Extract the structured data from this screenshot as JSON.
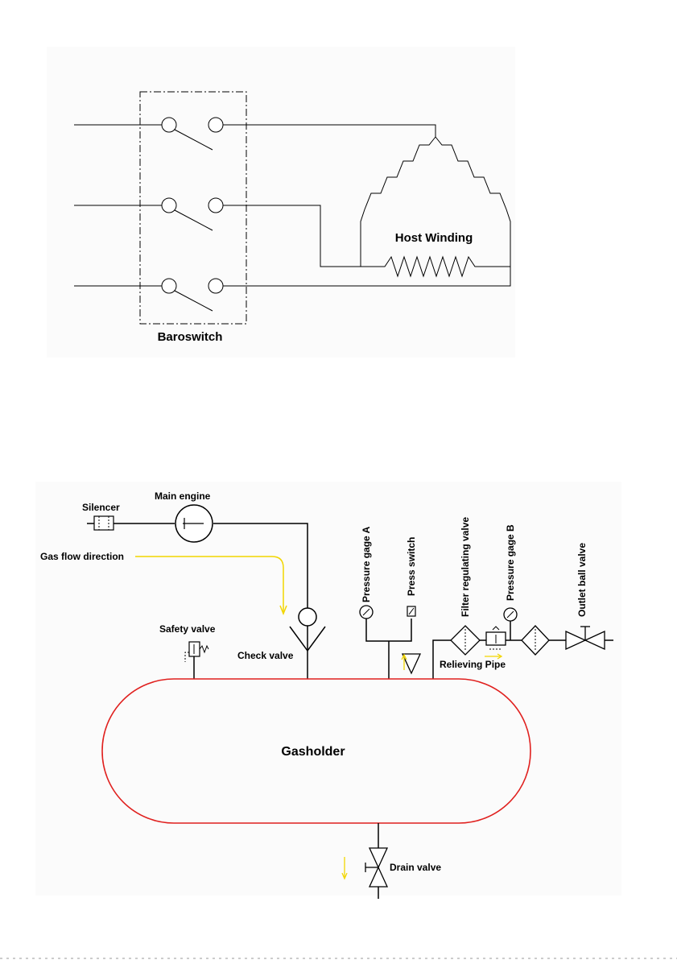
{
  "wiring_diagram": {
    "switch_label": "Baroswitch",
    "winding_label": "Host Winding"
  },
  "pneumatic_diagram": {
    "labels": {
      "silencer": "Silencer",
      "main_engine": "Main engine",
      "gas_flow_direction": "Gas flow direction",
      "safety_valve": "Safety valve",
      "check_valve": "Check valve",
      "pressure_gage_a": "Pressure gage A",
      "press_switch": "Press switch",
      "filter_regulating_valve": "Filter regulating valve",
      "pressure_gage_b": "Pressure gage B",
      "outlet_ball_valve": "Outlet ball valve",
      "relieving_pipe": "Relieving Pipe",
      "gasholder": "Gasholder",
      "drain_valve": "Drain valve"
    },
    "colors": {
      "line": "#000000",
      "gasholder_outline": "#e0201e",
      "flow_arrow": "#f2d600",
      "panel_background": "#fbfbfb"
    }
  }
}
